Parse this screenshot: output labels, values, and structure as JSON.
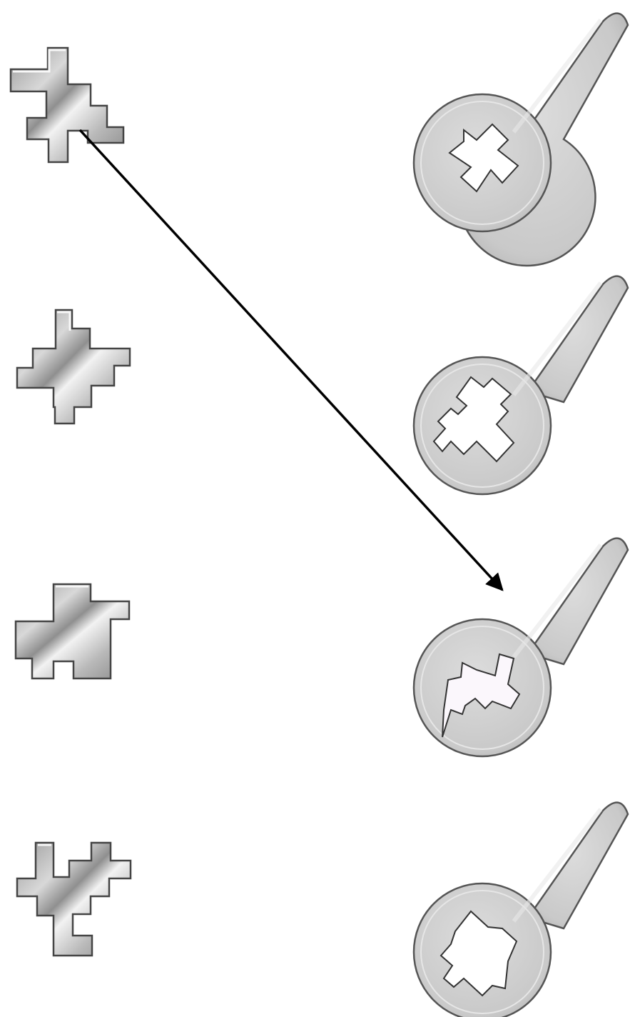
{
  "puzzle": {
    "pieces": [
      {
        "id": "piece-1",
        "shape": "metal-polyomino"
      },
      {
        "id": "piece-2",
        "shape": "metal-polyomino"
      },
      {
        "id": "piece-3",
        "shape": "metal-polyomino"
      },
      {
        "id": "piece-4",
        "shape": "metal-polyomino"
      }
    ],
    "keys": [
      {
        "id": "key-1",
        "hole": "cutout"
      },
      {
        "id": "key-2",
        "hole": "cutout"
      },
      {
        "id": "key-3",
        "hole": "cutout"
      },
      {
        "id": "key-4",
        "hole": "cutout"
      }
    ],
    "connection": {
      "from": "piece-1",
      "to": "key-3"
    },
    "colors": {
      "metal_light": "#f4f4f4",
      "metal_mid": "#c2c2c2",
      "metal_dark": "#7d7d7d",
      "outline": "#4a4a4a",
      "key_fill": "#cfcfcf",
      "arrow": "#000000"
    }
  }
}
